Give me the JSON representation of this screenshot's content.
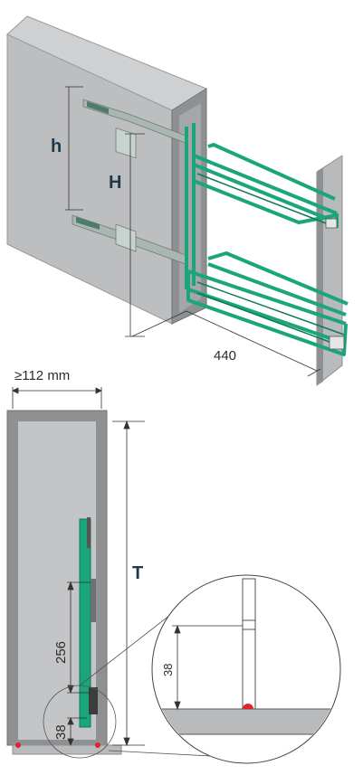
{
  "labels": {
    "h": "h",
    "H": "H",
    "depth": "440",
    "min_width": "≥112 mm",
    "T": "T",
    "spacing": "256",
    "bottom_offset": "38",
    "detail_offset": "38"
  },
  "colors": {
    "cabinet_panel": "#bdbec0",
    "cabinet_dark": "#8c8d8f",
    "cabinet_edge": "#d6d6d6",
    "basket": "#1aa57a",
    "basket_dark": "#0d7a58",
    "rail": "#aab6b2",
    "dimension_line": "#333333",
    "label_text": "#1e3a4a",
    "marker": "#e0242b"
  }
}
